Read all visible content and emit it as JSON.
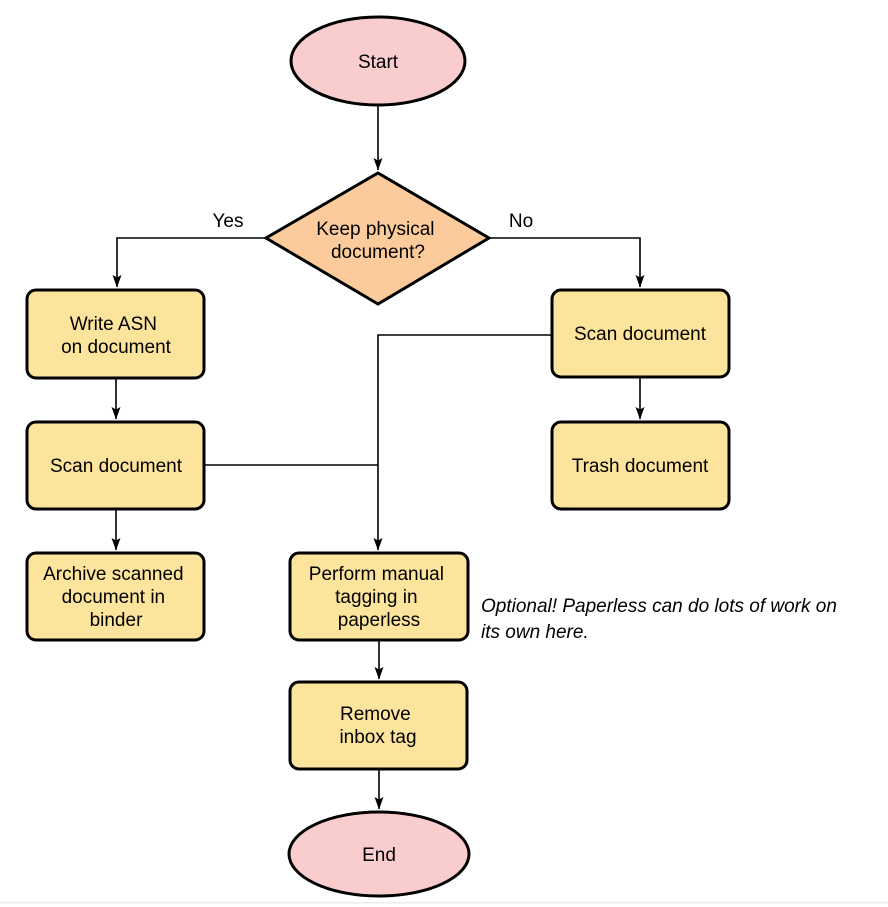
{
  "diagram": {
    "colors": {
      "terminal_fill": "#F9CDCD",
      "decision_fill": "#FCCB9C",
      "process_fill": "#FCE49C",
      "stroke": "#000000",
      "divider": "#f0eee4"
    },
    "nodes": {
      "start": {
        "type": "terminal",
        "label": "Start"
      },
      "decision": {
        "type": "decision",
        "lines": [
          "Keep physical",
          "document?"
        ]
      },
      "write_asn": {
        "type": "process",
        "lines": [
          "Write ASN",
          "on document"
        ]
      },
      "scan_left": {
        "type": "process",
        "label": "Scan document"
      },
      "archive": {
        "type": "process",
        "lines": [
          "Archive scanned",
          "document in",
          "binder"
        ]
      },
      "scan_right": {
        "type": "process",
        "label": "Scan document"
      },
      "trash": {
        "type": "process",
        "label": "Trash document"
      },
      "tagging": {
        "type": "process",
        "lines": [
          "Perform manual",
          "tagging in",
          "paperless"
        ]
      },
      "remove_inbox": {
        "type": "process",
        "lines": [
          "Remove",
          "inbox tag"
        ]
      },
      "end": {
        "type": "terminal",
        "label": "End"
      }
    },
    "edge_labels": {
      "yes": "Yes",
      "no": "No"
    },
    "annotation": {
      "lines": [
        "Optional! Paperless can do lots of work on",
        "its own here."
      ]
    }
  }
}
